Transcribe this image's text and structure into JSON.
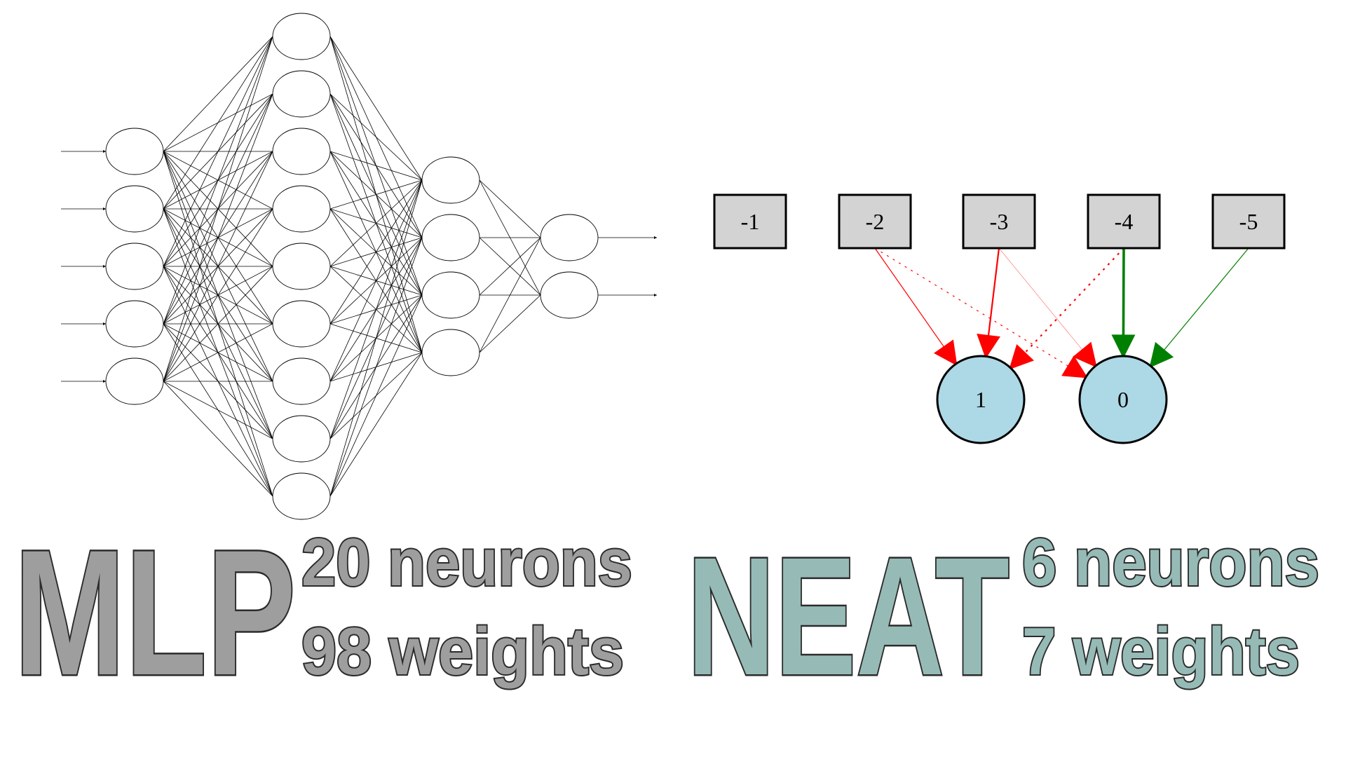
{
  "mlp_diagram": {
    "layers": [
      5,
      9,
      4,
      2
    ],
    "input_arrows": 5,
    "output_arrows": 2
  },
  "neat_diagram": {
    "input_nodes": [
      "-1",
      "-2",
      "-3",
      "-4",
      "-5"
    ],
    "output_nodes": [
      "1",
      "0"
    ],
    "connections": [
      {
        "from": "-2",
        "to": "1",
        "color": "#ff0000",
        "style": "solid",
        "strength": "thin"
      },
      {
        "from": "-2",
        "to": "0",
        "color": "#ff0000",
        "style": "dotted",
        "strength": "thin"
      },
      {
        "from": "-3",
        "to": "1",
        "color": "#ff0000",
        "style": "solid",
        "strength": "medium"
      },
      {
        "from": "-3",
        "to": "0",
        "color": "#ff0000",
        "style": "solid",
        "strength": "faint"
      },
      {
        "from": "-4",
        "to": "1",
        "color": "#ff0000",
        "style": "dotted",
        "strength": "medium"
      },
      {
        "from": "-4",
        "to": "0",
        "color": "#008000",
        "style": "solid",
        "strength": "thick"
      },
      {
        "from": "-5",
        "to": "0",
        "color": "#008000",
        "style": "solid",
        "strength": "thin"
      }
    ],
    "input_fill": "#d3d3d3",
    "output_fill": "#add8e6"
  },
  "mlp_caption": {
    "title": "MLP",
    "line1": "20 neurons",
    "line2": "98 weights",
    "color": "#9e9e9e"
  },
  "neat_caption": {
    "title": "NEAT",
    "line1": "6 neurons",
    "line2": "7 weights",
    "color": "#96bbb7"
  }
}
